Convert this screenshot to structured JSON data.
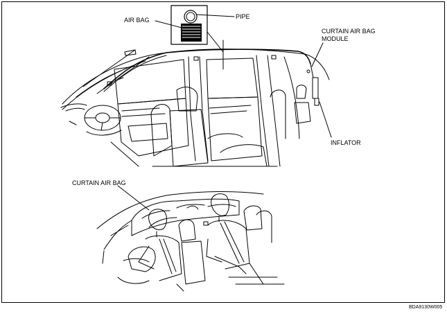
{
  "labels": {
    "air_bag": "AIR BAG",
    "pipe": "PIPE",
    "curtain_module_line1": "CURTAIN AIR BAG",
    "curtain_module_line2": "MODULE",
    "inflator": "INFLATOR",
    "curtain_air_bag": "CURTAIN AIR BAG"
  },
  "figure_code": "BDA9130W005"
}
